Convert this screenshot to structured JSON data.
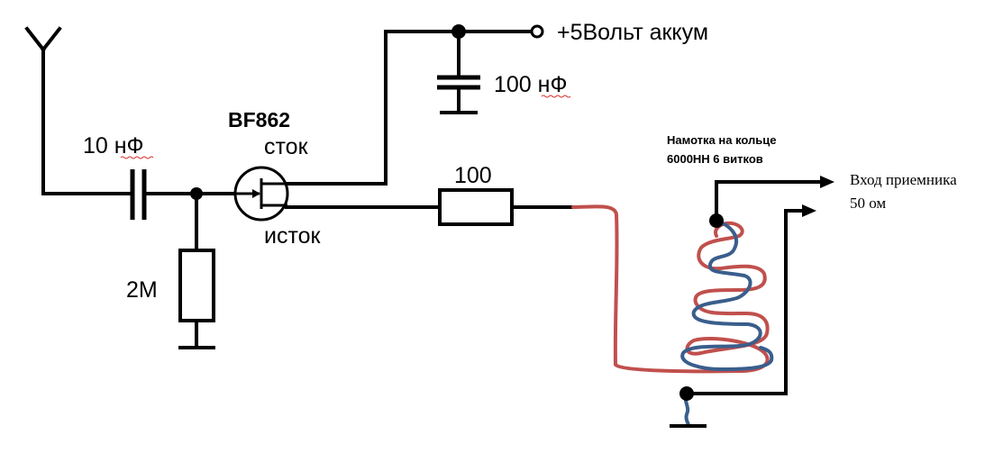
{
  "schematic": {
    "power_label": "+5Вольт аккум",
    "decoupling_cap_label": "100 нФ",
    "input_cap_label": "10 нФ",
    "gate_resistor_label": "2M",
    "transistor_label": "BF862",
    "drain_label": "сток",
    "source_label": "исток",
    "series_resistor_label": "100",
    "winding_note_line1": "Намотка на кольце",
    "winding_note_line2": "6000НН 6 витков",
    "output_label_line1": "Вход приемника",
    "output_label_line2": "50 ом"
  }
}
